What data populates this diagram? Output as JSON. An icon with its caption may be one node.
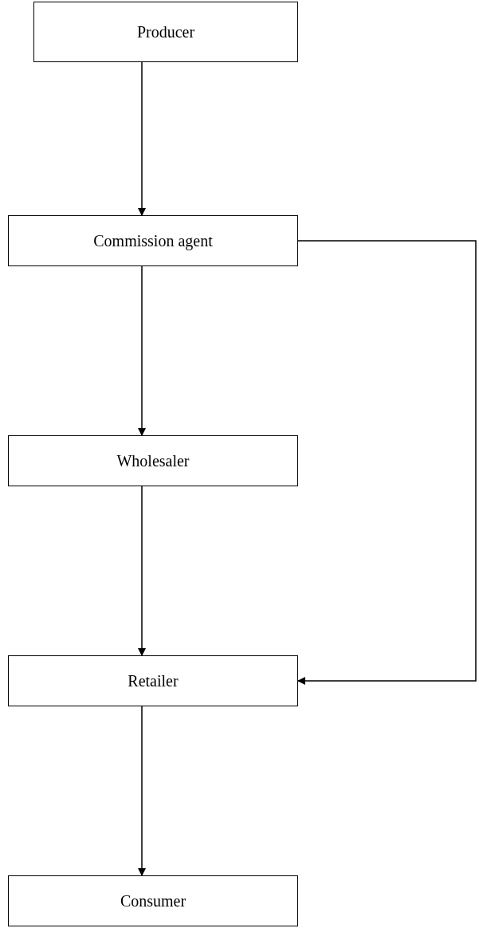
{
  "diagram": {
    "nodes": [
      {
        "text": [
          "Producer"
        ]
      },
      {
        "text": [
          "Commission agent"
        ]
      },
      {
        "text": [
          "Wholesaler"
        ]
      },
      {
        "text": [
          "Retailer"
        ]
      },
      {
        "text": [
          "Consumer"
        ]
      }
    ],
    "edges": [
      {
        "from": 0,
        "to": 1,
        "arrow": "to"
      },
      {
        "from": 1,
        "to": 2,
        "arrow": "to"
      },
      {
        "from": 2,
        "to": 3,
        "arrow": "to"
      },
      {
        "from": 3,
        "to": 4,
        "arrow": "to"
      },
      {
        "from": 1,
        "to": 3,
        "arrow": "to"
      }
    ]
  }
}
